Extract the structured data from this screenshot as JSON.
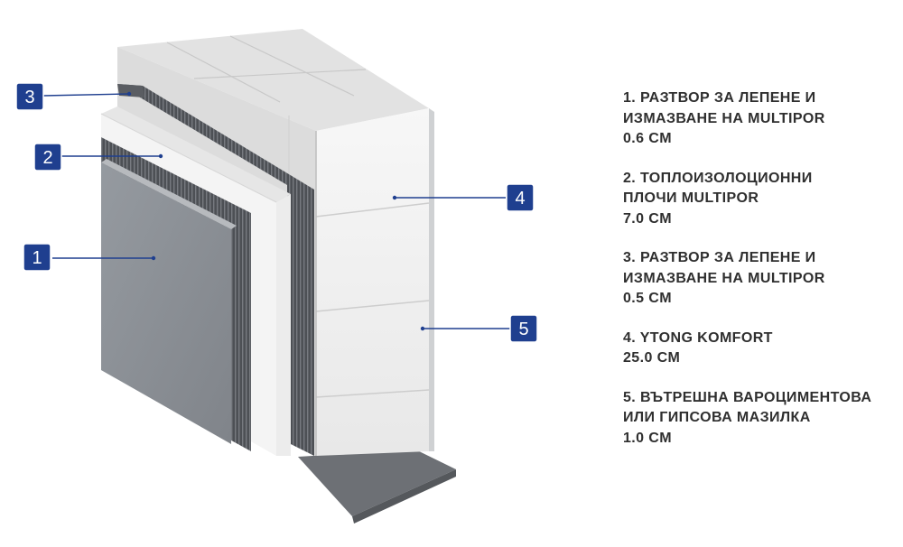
{
  "callouts": [
    {
      "id": "3"
    },
    {
      "id": "2"
    },
    {
      "id": "1"
    },
    {
      "id": "4"
    },
    {
      "id": "5"
    }
  ],
  "legend": [
    {
      "lines": [
        "1. РАЗТВОР ЗА ЛЕПЕНЕ И",
        "ИЗМАЗВАНЕ НА MULTIPOR",
        "0.6 CM"
      ]
    },
    {
      "lines": [
        "2. ТОПЛОИЗОЛОЦИОННИ",
        "ПЛОЧИ MULTIPOR",
        "7.0 CM"
      ]
    },
    {
      "lines": [
        "3. РАЗТВОР ЗА ЛЕПЕНЕ И",
        "ИЗМАЗВАНЕ НА MULTIPOR",
        "0.5 CM"
      ]
    },
    {
      "lines": [
        "4. YTONG KOMFORT",
        "25.0 CM"
      ]
    },
    {
      "lines": [
        "5. ВЪТРЕШНА ВАРОЦИМЕНТОВА",
        "ИЛИ ГИПСОВА МАЗИЛКА",
        "1.0 CM"
      ]
    }
  ],
  "colors": {
    "badge": "#1f3f8f",
    "leader": "#1f3f8f",
    "render": "#8a8d92",
    "block": "#f2f2f2",
    "text": "#2f2f2f"
  }
}
